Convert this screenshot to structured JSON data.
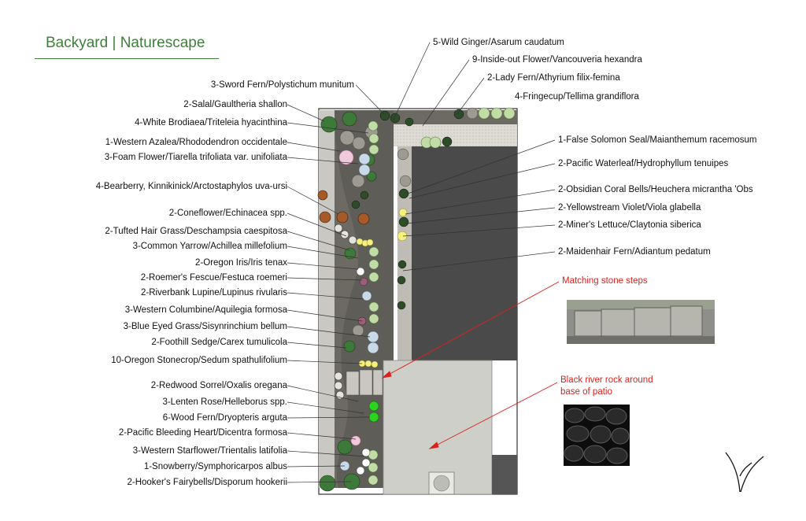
{
  "title": "Backyard | Naturescape",
  "labels_left": [
    "3-Sword Fern/Polystichum munitum",
    "2-Salal/Gaultheria shallon",
    "4-White Brodiaea/Triteleia hyacinthina",
    "1-Western Azalea/Rhododendron occidentale",
    "3-Foam Flower/Tiarella trifoliata var. unifoliata",
    "4-Bearberry, Kinnikinick/Arctostaphylos uva-ursi",
    "2-Coneflower/Echinacea spp.",
    "2-Tufted Hair Grass/Deschampsia caespitosa",
    "3-Common Yarrow/Achillea millefolium",
    "2-Oregon Iris/Iris tenax",
    "2-Roemer's Fescue/Festuca roemeri",
    "2-Riverbank Lupine/Lupinus rivularis",
    "3-Western Columbine/Aquilegia formosa",
    "3-Blue Eyed Grass/Sisynrinchium bellum",
    "2-Foothill Sedge/Carex tumulicola",
    "10-Oregon Stonecrop/Sedum spathulifolium",
    "2-Redwood Sorrel/Oxalis oregana",
    "3-Lenten Rose/Helleborus spp.",
    "6-Wood Fern/Dryopteris arguta",
    "2-Pacific Bleeding Heart/Dicentra formosa",
    "3-Western Starflower/Trientalis latifolia",
    "1-Snowberry/Symphoricarpos albus",
    "2-Hooker's Fairybells/Disporum hookerii"
  ],
  "labels_right": [
    "5-Wild Ginger/Asarum caudatum",
    "9-Inside-out Flower/Vancouveria hexandra",
    "2-Lady Fern/Athyrium filix-femina",
    "4-Fringecup/Tellima grandiflora",
    "1-False Solomon Seal/Maianthemum racemosum",
    "2-Pacific Waterleaf/Hydrophyllum tenuipes",
    "2-Obsidian Coral Bells/Heuchera micrantha 'Obs",
    "2-Yellowstream Violet/Viola glabella",
    "2-Miner's Lettuce/Claytonia siberica",
    "2-Maidenhair Fern/Adiantum pedatum"
  ],
  "notes": {
    "steps": "Matching stone steps",
    "rock_line1": "Black river rock around",
    "rock_line2": "base of patio"
  },
  "colors": {
    "title": "#3f7f3a",
    "annotation_red": "#d8231c",
    "bed": "#6c6a63",
    "path": "#d9d7cf",
    "house": "#4a4a4a",
    "patio": "#cfcfca"
  },
  "icons": [
    "plant-symbol",
    "steps-photo",
    "river-rock-photo",
    "logo-sprout"
  ]
}
